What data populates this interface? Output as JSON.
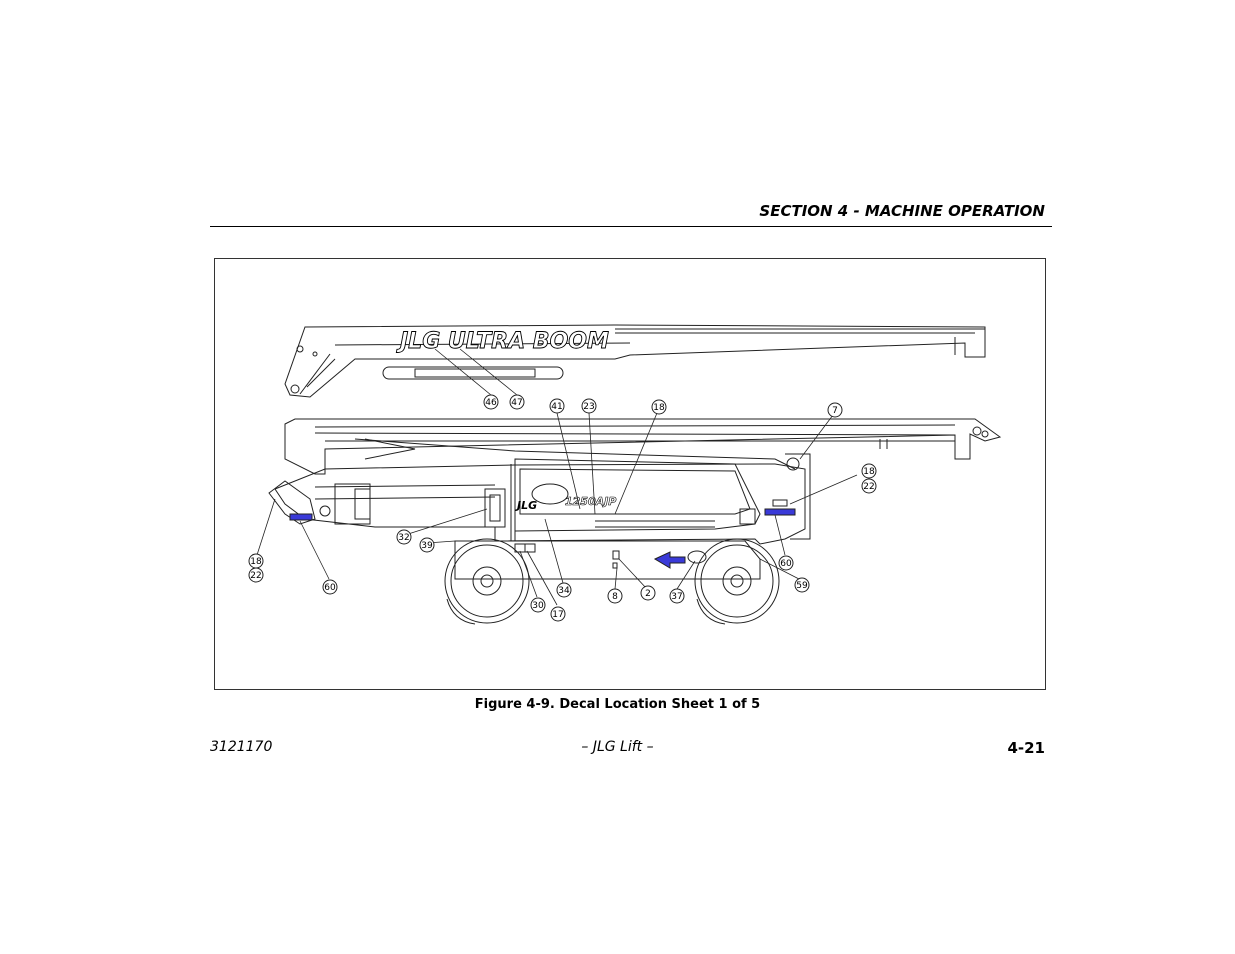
{
  "header": {
    "section_title": "SECTION 4 - MACHINE OPERATION"
  },
  "figure": {
    "caption": "Figure 4-9. Decal Location Sheet 1 of 5",
    "boom_decal": "JLG ULTRA BOOM",
    "frame_decal_jlg": "JLG",
    "frame_decal_model": "1250AJP",
    "callouts": [
      "46",
      "47",
      "41",
      "23",
      "18",
      "7",
      "18",
      "22",
      "18",
      "22",
      "32",
      "39",
      "60",
      "34",
      "30",
      "17",
      "8",
      "2",
      "37",
      "60",
      "59"
    ]
  },
  "footer": {
    "doc_number": "3121170",
    "center_text": "– JLG Lift –",
    "page_number": "4-21"
  }
}
